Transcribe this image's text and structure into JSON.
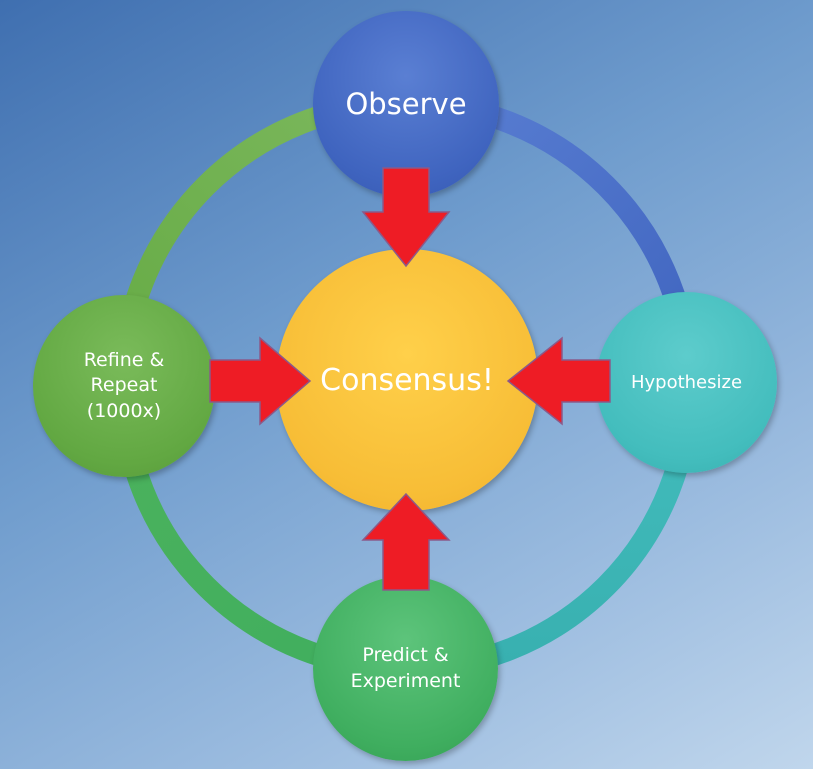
{
  "diagram": {
    "center_label": "Consensus!",
    "nodes": {
      "observe": "Observe",
      "hypothesize": "Hypothesize",
      "predict": "Predict &\nExperiment",
      "refine": "Refine &\nRepeat\n(1000x)"
    },
    "colors": {
      "observe": "#3f64bf",
      "hypothesize": "#43bdbd",
      "predict": "#3fae5f",
      "refine": "#62a842",
      "consensus": "#f7bd36",
      "arrow": "#ee1c25",
      "arrow_outline": "#8a5a8a"
    }
  }
}
